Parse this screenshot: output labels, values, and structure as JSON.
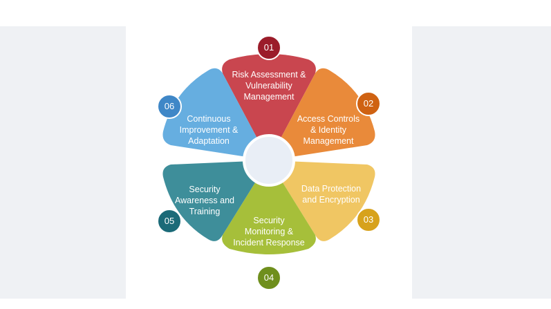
{
  "colors": {
    "page_side": "#eff1f4",
    "center_fill": "#e9eef6",
    "segment_1": "#c9464f",
    "segment_2": "#e98a3a",
    "segment_3": "#f0c663",
    "segment_4": "#a6bf3a",
    "segment_5": "#3e8e9a",
    "segment_6": "#66aee0",
    "badge_1": "#9b1c2a",
    "badge_2": "#cf6212",
    "badge_3": "#d7a21c",
    "badge_4": "#6f8f1d",
    "badge_5": "#1b6a78",
    "badge_6": "#3f87c7"
  },
  "segments": [
    {
      "number": "01",
      "label": "Risk Assessment &\nVulnerability\nManagement"
    },
    {
      "number": "02",
      "label": "Access Controls\n& Identity\nManagement"
    },
    {
      "number": "03",
      "label": "Data Protection\nand Encryption"
    },
    {
      "number": "04",
      "label": "Security\nMonitoring &\nIncident Response"
    },
    {
      "number": "05",
      "label": "Security\nAwareness and\nTraining"
    },
    {
      "number": "06",
      "label": "Continuous\nImprovement &\nAdaptation"
    }
  ]
}
